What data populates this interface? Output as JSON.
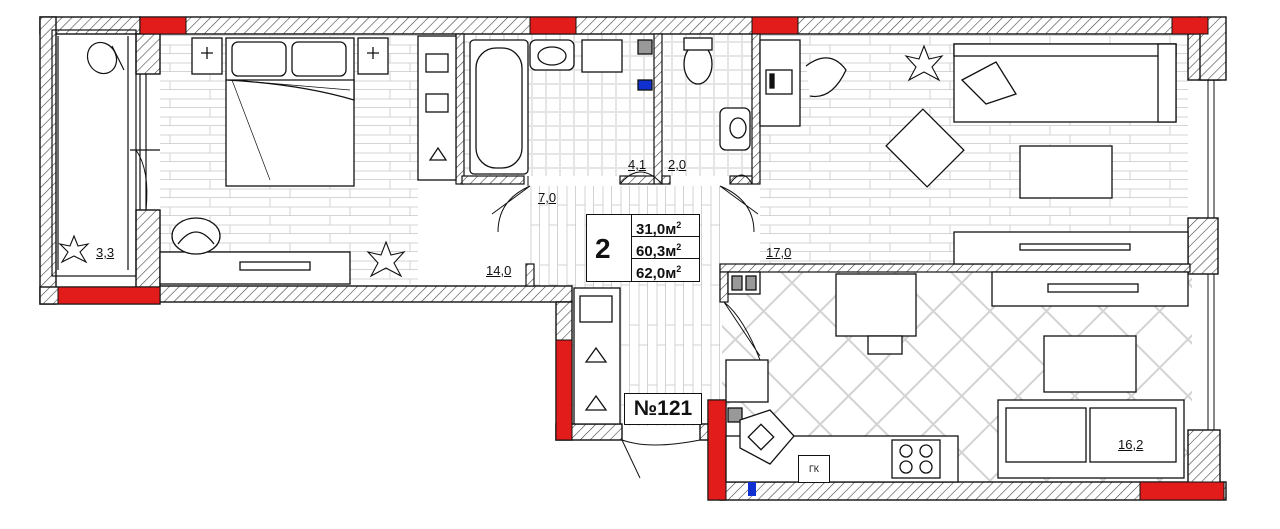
{
  "plan": {
    "room_count": "2",
    "living_area": "31,0м",
    "total_area": "60,3м",
    "total_area_with_balcony": "62,0м",
    "area_unit_sup": "2",
    "apartment_number": "№121",
    "stove_hood_label": "ГК",
    "rooms": {
      "balcony": "3,3",
      "bedroom": "14,0",
      "hallway": "7,0",
      "bathroom": "4,1",
      "toilet": "2,0",
      "living_room": "17,0",
      "kitchen": "16,2"
    }
  },
  "colors": {
    "wall_hatch": "#555555",
    "load_bearing": "#e21b1b",
    "riser": "#1030d0",
    "floor_lines": "#bdbdbd"
  }
}
